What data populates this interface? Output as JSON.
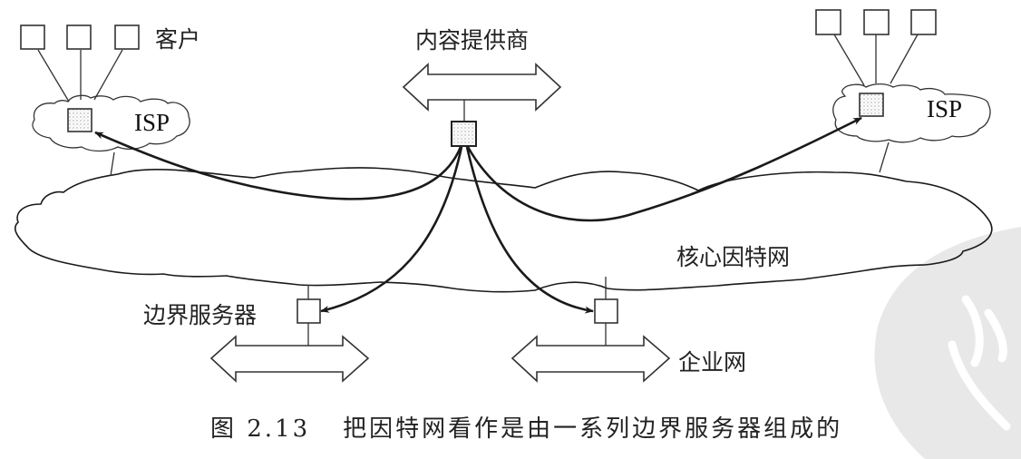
{
  "labels": {
    "client": "客户",
    "content_provider": "内容提供商",
    "isp_left": "ISP",
    "isp_right": "ISP",
    "core_internet": "核心因特网",
    "edge_server": "边界服务器",
    "enterprise_network": "企业网"
  },
  "caption": {
    "figure_number": "图 2.13",
    "text": "把因特网看作是由一系列边界服务器组成的"
  },
  "colors": {
    "line": "#1a1a1a",
    "watermark": "#e6e6e6",
    "background": "#ffffff"
  }
}
